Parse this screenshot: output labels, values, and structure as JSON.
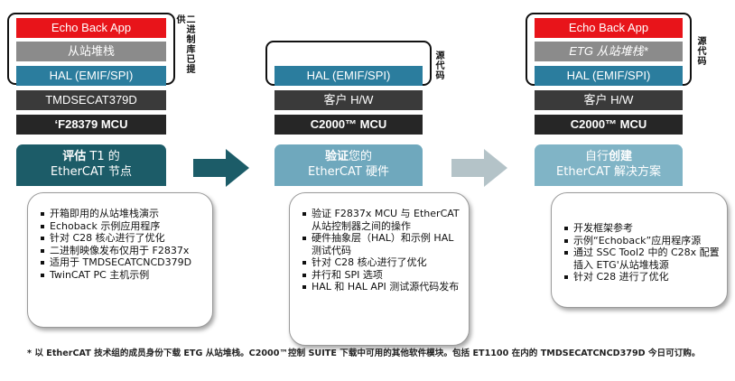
{
  "columns": [
    {
      "side_label": "二进制库已提供",
      "bars": [
        "Echo Back App",
        "从站堆栈",
        "HAL (EMIF/SPI)",
        "TMDSECAT379D",
        "‘F28379 MCU"
      ],
      "step_title_bold": "评估",
      "step_title_rest": " T1 的",
      "step_title_line2": "EtherCAT 节点",
      "bullets": [
        "开箱即用的从站堆栈演示",
        "Echoback 示例应用程序",
        "针对 C28 核心进行了优化",
        "二进制映像发布仅用于 F2837x",
        "适用于 TMDSECATCNCD379D",
        "TwinCAT PC 主机示例"
      ]
    },
    {
      "side_label": "源代码",
      "bars": [
        "HAL (EMIF/SPI)",
        "客户 H/W",
        "C2000™ MCU"
      ],
      "step_title_bold": "验证",
      "step_title_rest": "您的",
      "step_title_line2": "EtherCAT 硬件",
      "bullets": [
        "验证 F2837x MCU 与 EtherCAT 从站控制器之间的操作",
        "硬件抽象层（HAL）和示例 HAL 测试代码",
        "针对 C28 核心进行了优化",
        "并行和 SPI 选项",
        "HAL 和 HAL API 测试源代码发布"
      ]
    },
    {
      "side_label": "源代码",
      "bars": [
        "Echo Back App",
        "ETG 从站堆栈*",
        "HAL (EMIF/SPI)",
        "客户 H/W",
        "C2000™ MCU"
      ],
      "step_title_bold": "创建",
      "step_title_prefix": "自行",
      "step_title_line2": "EtherCAT 解决方案",
      "bullets": [
        "开发框架参考",
        "示例“Echoback”应用程序源",
        "通过 SSC Tool2 中的 C28x 配置插入 ETG'从站堆栈源",
        "针对 C28 进行了优化"
      ]
    }
  ],
  "footnote": "* 以 EtherCAT 技术组的成员身份下载 ETG 从站堆栈。C2000™控制 SUITE 下载中可用的其他软件模块。包括 ET1100 在内的 TMDSECATCNCD379D 今日可订购。"
}
